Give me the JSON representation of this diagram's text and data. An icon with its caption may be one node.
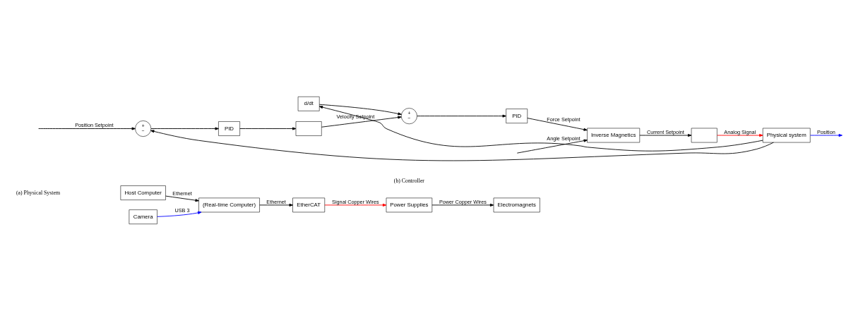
{
  "diagram": {
    "nodes": [
      {
        "text": [
          "Camera"
        ]
      },
      {
        "text": [
          "Host Computer"
        ]
      },
      {
        "text": [
          "(Real-time Computer)"
        ]
      },
      {
        "text": [
          "EtherCAT"
        ]
      },
      {
        "text": [
          "Power Supplies"
        ]
      },
      {
        "text": [
          "Electromagnets"
        ]
      },
      {
        "text": [
          "+",
          "−"
        ]
      },
      {
        "text": [
          "PID"
        ]
      },
      {
        "text": [],
        "shape": "box"
      },
      {
        "text": [
          "+",
          "−"
        ]
      },
      {
        "text": [
          "PID"
        ]
      },
      {
        "text": [
          "d/dt"
        ]
      },
      {
        "text": [
          "Inverse Magnetics"
        ]
      },
      {
        "text": [],
        "shape": "box"
      },
      {
        "text": [
          "Physical system"
        ]
      }
    ],
    "edges": [
      {
        "from": 0,
        "to": 2,
        "arrow": "to",
        "label": "USB 3",
        "color": "#0000ff"
      },
      {
        "from": 1,
        "to": 2,
        "arrow": "to",
        "label": "Ethernet"
      },
      {
        "from": 2,
        "to": 3,
        "arrow": "to",
        "label": "Ethernet"
      },
      {
        "from": 3,
        "to": 4,
        "arrow": "to",
        "label": "Signal Copper Wires",
        "color": "#ff0000"
      },
      {
        "from": 4,
        "to": 5,
        "arrow": "to",
        "label": "Power Copper Wires"
      },
      {
        "from": null,
        "to": 12,
        "arrow": "to",
        "label": "Angle Setpoint"
      },
      {
        "from": null,
        "to": 6,
        "arrow": "to",
        "label": "Position Setpoint"
      },
      {
        "from": 6,
        "to": 7,
        "arrow": "to"
      },
      {
        "from": 7,
        "to": 8,
        "arrow": "to"
      },
      {
        "from": 8,
        "to": 9,
        "arrow": "to",
        "label": "Velocity Setpoint"
      },
      {
        "from": 9,
        "to": 10,
        "arrow": "to"
      },
      {
        "from": 10,
        "to": 12,
        "arrow": "to",
        "label": "Force Setpoint"
      },
      {
        "from": 12,
        "to": 13,
        "arrow": "to",
        "label": "Current Setpoint"
      },
      {
        "from": 13,
        "to": 14,
        "arrow": "to",
        "label": "Analog Signal",
        "color": "#ff0000"
      },
      {
        "from": 14,
        "to": null,
        "arrow": "to",
        "label": "Position",
        "color": "#0000ff"
      },
      {
        "from": 14,
        "to": 6,
        "arrow": "to"
      },
      {
        "from": 14,
        "to": 11,
        "arrow": "to"
      },
      {
        "from": 11,
        "to": 9,
        "arrow": "to"
      }
    ],
    "labels": [
      "(a) Physical System",
      "(b) Controller"
    ]
  }
}
